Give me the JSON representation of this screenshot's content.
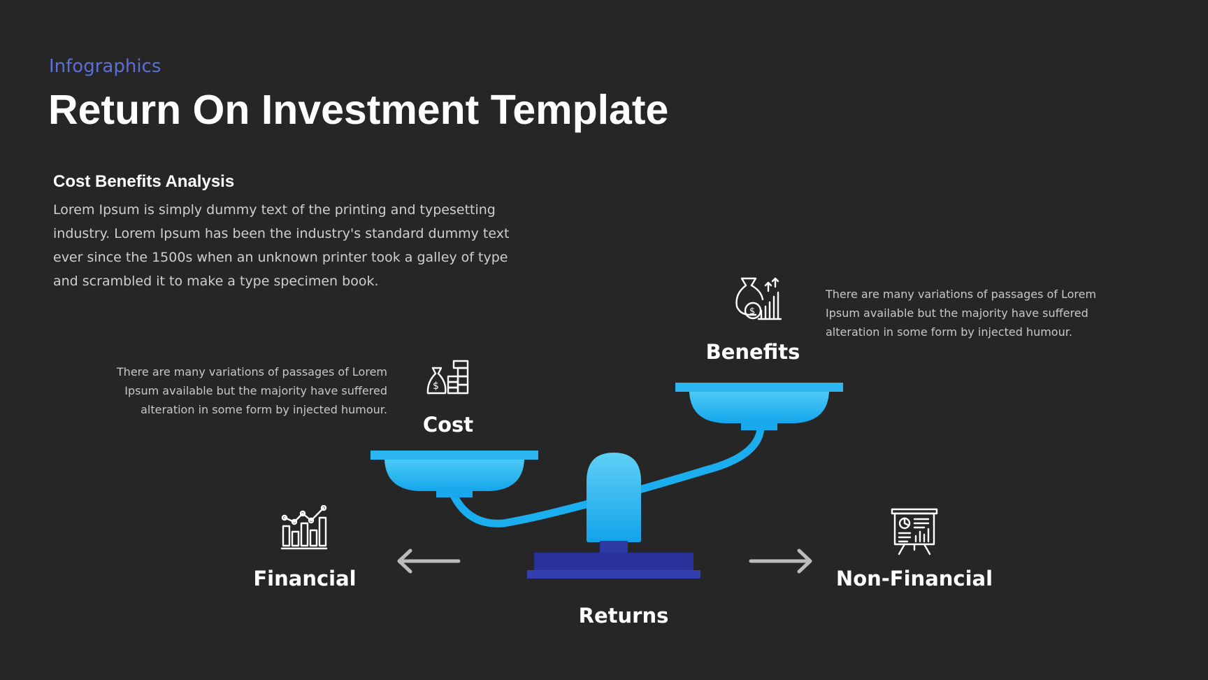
{
  "header": {
    "eyebrow": "Infographics",
    "title": "Return On Investment Template"
  },
  "intro": {
    "heading": "Cost Benefits Analysis",
    "body": "Lorem Ipsum is simply dummy text of the printing and typesetting industry. Lorem Ipsum has been the industry's standard dummy text ever since the 1500s when an unknown printer took a galley of type and scrambled it to make a type specimen book."
  },
  "diagram": {
    "cost": {
      "label": "Cost",
      "note": "There are many variations of passages of Lorem Ipsum available but the majority have suffered alteration in some form by injected humour.",
      "icon": "money-bag-coins-icon"
    },
    "benefits": {
      "label": "Benefits",
      "note": "There are many variations of passages of Lorem Ipsum available but the majority have suffered alteration in some form by injected humour.",
      "icon": "money-bag-growth-icon"
    },
    "financial": {
      "label": "Financial",
      "icon": "bar-chart-trend-icon"
    },
    "non_financial": {
      "label": "Non-Financial",
      "icon": "presentation-board-icon"
    },
    "returns": {
      "label": "Returns"
    },
    "colors": {
      "accent_light": "#4fc8f4",
      "accent": "#1aa8ec",
      "base_dark": "#27318f",
      "base": "#323ca6",
      "arrow": "#bdbdbd",
      "eyebrow": "#5b6fd6"
    }
  }
}
